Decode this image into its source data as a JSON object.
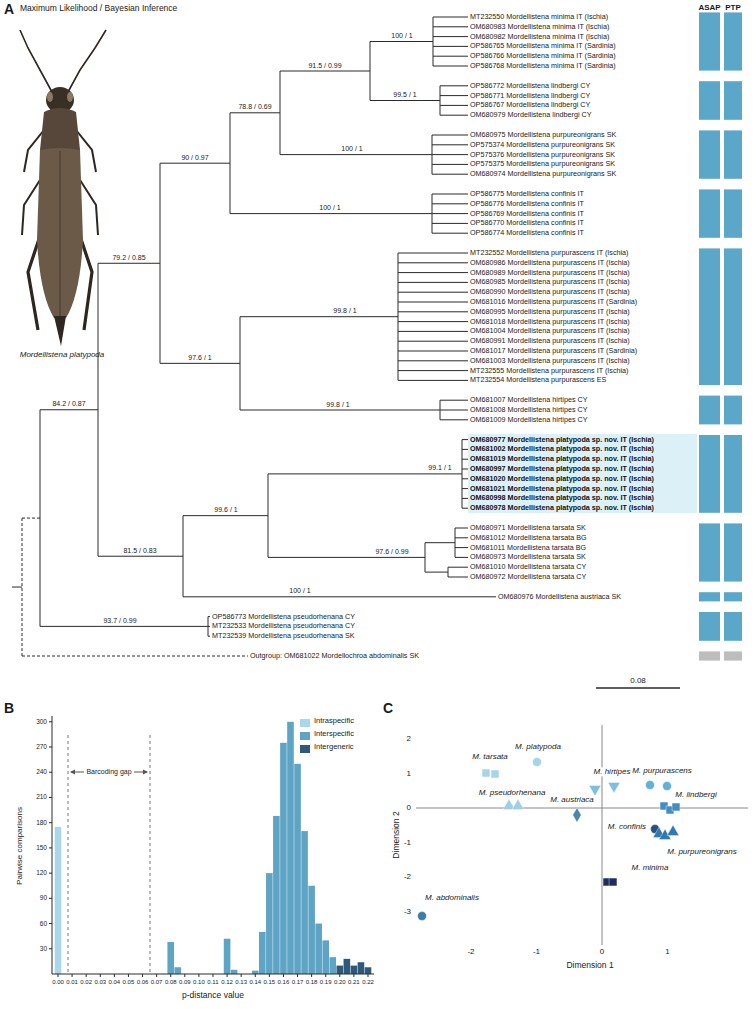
{
  "diagram": {
    "nodes": [
      {
        "text": [
          "OM680977 Mordellistena platypoda sp. nov. IT (Ischia)",
          "OM681002 Mordellistena platypoda sp. nov. IT (Ischia)",
          "OM681019 Mordellistena platypoda sp. nov. IT (Ischia)",
          "OM680997 Mordellistena platypoda sp. nov. IT (Ischia)",
          "OM681020 Mordellistena platypoda sp. nov. IT (Ischia)",
          "OM681021 Mordellistena platypoda sp. nov. IT (Ischia)",
          "OM680998 Mordellistena platypoda sp. nov. IT (Ischia)",
          "OM680978 Mordellistena platypoda sp. nov. IT (Ischia)"
        ]
      }
    ],
    "labels": [
      "A",
      "Maximum Likelihood / Bayesian Inference",
      "ASAP",
      "PTP",
      "Mordellistena platypoda",
      "MT232550 Mordellistena minima IT (Ischia)",
      "OM680983 Mordellistena minima IT (Ischia)",
      "OM680982 Mordellistena minima IT (Ischia)",
      "OP586765 Mordellistena minima IT (Sardinia)",
      "OP586766 Mordellistena minima IT (Sardinia)",
      "OP586768 Mordellistena minima IT (Sardinia)",
      "OP586772 Mordellistena lindbergi CY",
      "OP586771 Mordellistena lindbergi CY",
      "OP586767 Mordellistena lindbergi CY",
      "OM680979 Mordellistena lindbergi CY",
      "OM680975 Mordellistena purpureonigrans SK",
      "OP575374 Mordellistena purpureonigrans SK",
      "OP575376 Mordellistena purpureonigrans SK",
      "OP575375 Mordellistena purpureonigrans SK",
      "OM680974 Mordellistena purpureonigrans SK",
      "OP586775 Mordellistena confinis IT",
      "OP586776 Mordellistena confinis IT",
      "OP586769 Mordellistena confinis IT",
      "OP586770 Mordellistena confinis IT",
      "OP586774 Mordellistena confinis IT",
      "MT232552 Mordellistena purpurascens IT (Ischia)",
      "OM680986 Mordellistena purpurascens IT (Ischia)",
      "OM680989 Mordellistena purpurascens IT (Ischia)",
      "OM680985 Mordellistena purpurascens IT (Ischia)",
      "OM680990 Mordellistena purpurascens IT (Ischia)",
      "OM681016 Mordellistena purpurascens IT (Sardinia)",
      "OM680995 Mordellistena purpurascens IT (Ischia)",
      "OM681018 Mordellistena purpurascens IT (Ischia)",
      "OM681004 Mordellistena purpurascens IT (Ischia)",
      "OM680991 Mordellistena purpurascens IT (Ischia)",
      "OM681017 Mordellistena purpurascens IT (Sardinia)",
      "OM681003 Mordellistena purpurascens IT (Ischia)",
      "MT232555 Mordellistena purpurascens IT (Ischia)",
      "MT232554 Mordellistena purpurascens ES",
      "OM681007 Mordellistena hirtipes CY",
      "OM681008 Mordellistena hirtipes CY",
      "OM681009 Mordellistena hirtipes CY",
      "OM680971 Mordellistena tarsata SK",
      "OM681012 Mordellistena tarsata BG",
      "OM681011 Mordellistena tarsata BG",
      "OM680973 Mordellistena tarsata SK",
      "OM681010 Mordellistena tarsata CY",
      "OM680972 Mordellistena tarsata CY",
      "OM680976 Mordellistena austriaca SK",
      "OP586773 Mordellistena pseudorhenana CY",
      "MT232533 Mordellistena pseudorhenana CY",
      "MT232539 Mordellistena pseudorhenana SK",
      "Outgroup: OM681022 Mordellochroa abdominalis SK",
      "100 / 1",
      "99.5 / 1",
      "91.5 / 0.99",
      "100 / 1",
      "78.8 / 0.69",
      "100 / 1",
      "90 / 0.97",
      "79.2 / 0.85",
      "99.8 / 1",
      "99.8 / 1",
      "97.6 / 1",
      "84.2 / 0.87",
      "99.1 / 1",
      "97.6 / 0.99",
      "99.6 / 1",
      "100 / 1",
      "81.5 / 0.83",
      "93.7 / 0.99",
      "0.08",
      "B",
      "300",
      "270",
      "240",
      "210",
      "180",
      "150",
      "120",
      "90",
      "60",
      "30",
      "0.00",
      "0.01",
      "0.02",
      "0.03",
      "0.04",
      "0.05",
      "0.06",
      "0.07",
      "0.08",
      "0.09",
      "0.10",
      "0.11",
      "0.12",
      "0.13",
      "0.14",
      "0.15",
      "0.16",
      "0.17",
      "0.18",
      "0.19",
      "0.20",
      "0.21",
      "0.22",
      "Pairwise comparisons",
      "p-distance value",
      "Barcoding gap",
      "C",
      "2",
      "1",
      "0",
      "-1",
      "-2",
      "-3",
      "-2",
      "-1",
      "0",
      "1",
      "Dimension 1",
      "Dimension 2",
      "M. tarsata",
      "M. platypoda",
      "M. pseudorhenana",
      "M. austriaca",
      "M. hirtipes",
      "M. purpurascens",
      "M. lindbergi",
      "M. confinis",
      "M. purpureonigrans",
      "M. minima",
      "M. abdominalis"
    ],
    "legend": [
      {
        "text": "Intraspecific",
        "color": "#aad8ea"
      },
      {
        "text": "Interspecific",
        "color": "#5ea4c4"
      },
      {
        "text": "Intergeneric",
        "color": "#2c5a78"
      }
    ]
  }
}
